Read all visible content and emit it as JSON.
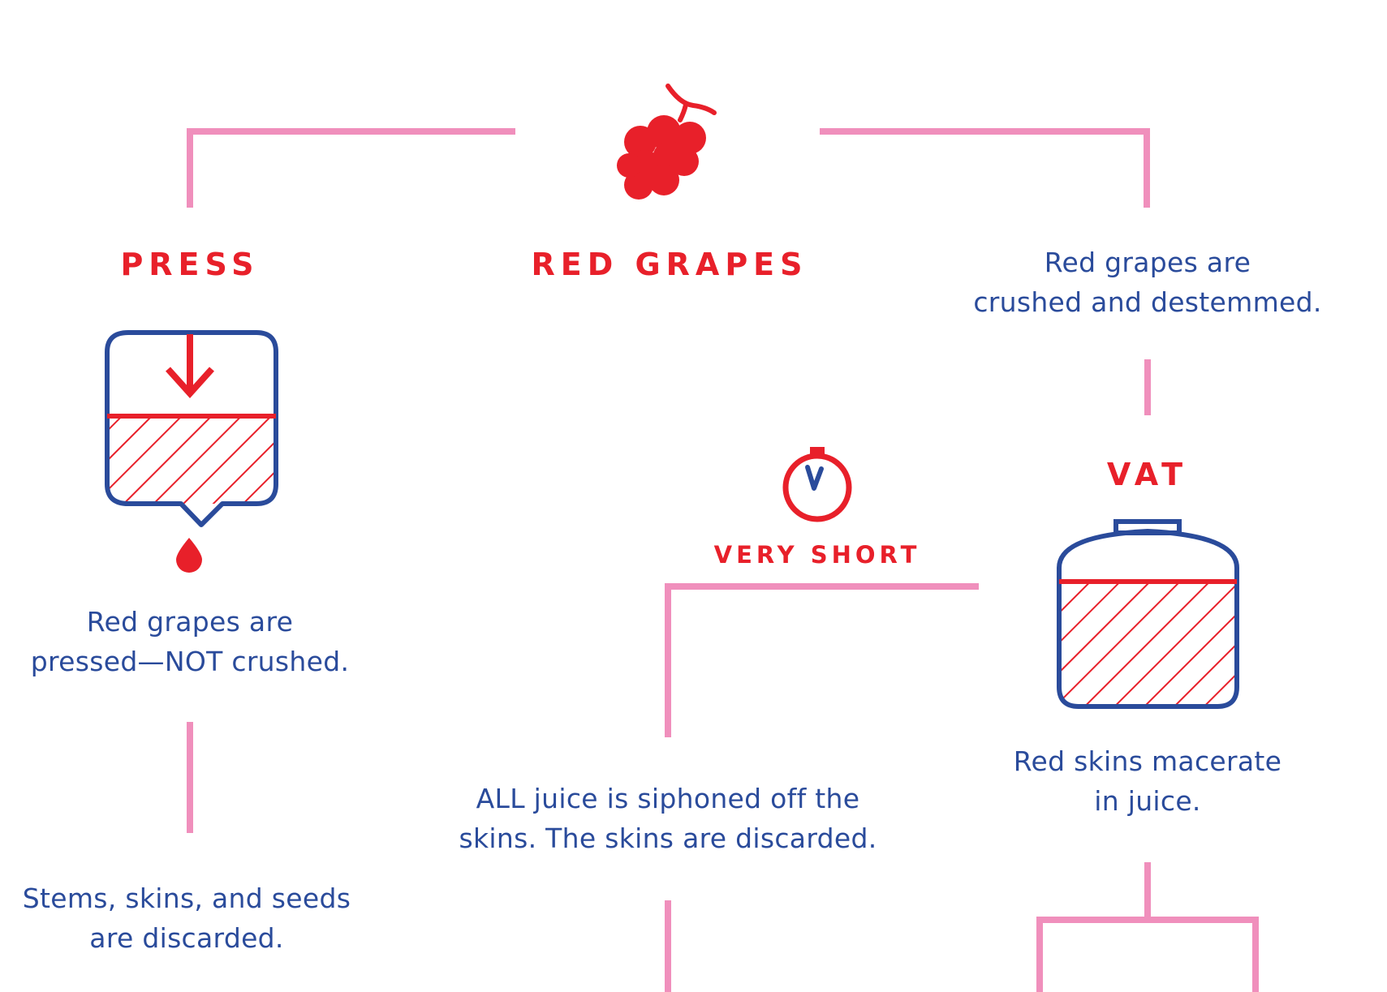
{
  "colors": {
    "connector": "#f08fbc",
    "accent_red": "#e8202a",
    "text_blue": "#2a4b9b"
  },
  "icons": {
    "grapes": "grape-bunch-icon",
    "press": "press-icon",
    "timer": "stopwatch-icon",
    "vat": "vat-icon"
  },
  "center": {
    "title": "RED GRAPES"
  },
  "press_branch": {
    "title": "PRESS",
    "step1": "Red grapes are\npressed—NOT crushed.",
    "step2": "Stems, skins, and seeds\nare discarded."
  },
  "vat_branch": {
    "step0": "Red grapes are\ncrushed and destemmed.",
    "title": "VAT",
    "step1": "Red skins macerate\nin juice."
  },
  "short_branch": {
    "duration": "VERY SHORT",
    "step1": "ALL juice is siphoned off the\nskins. The skins are discarded."
  }
}
